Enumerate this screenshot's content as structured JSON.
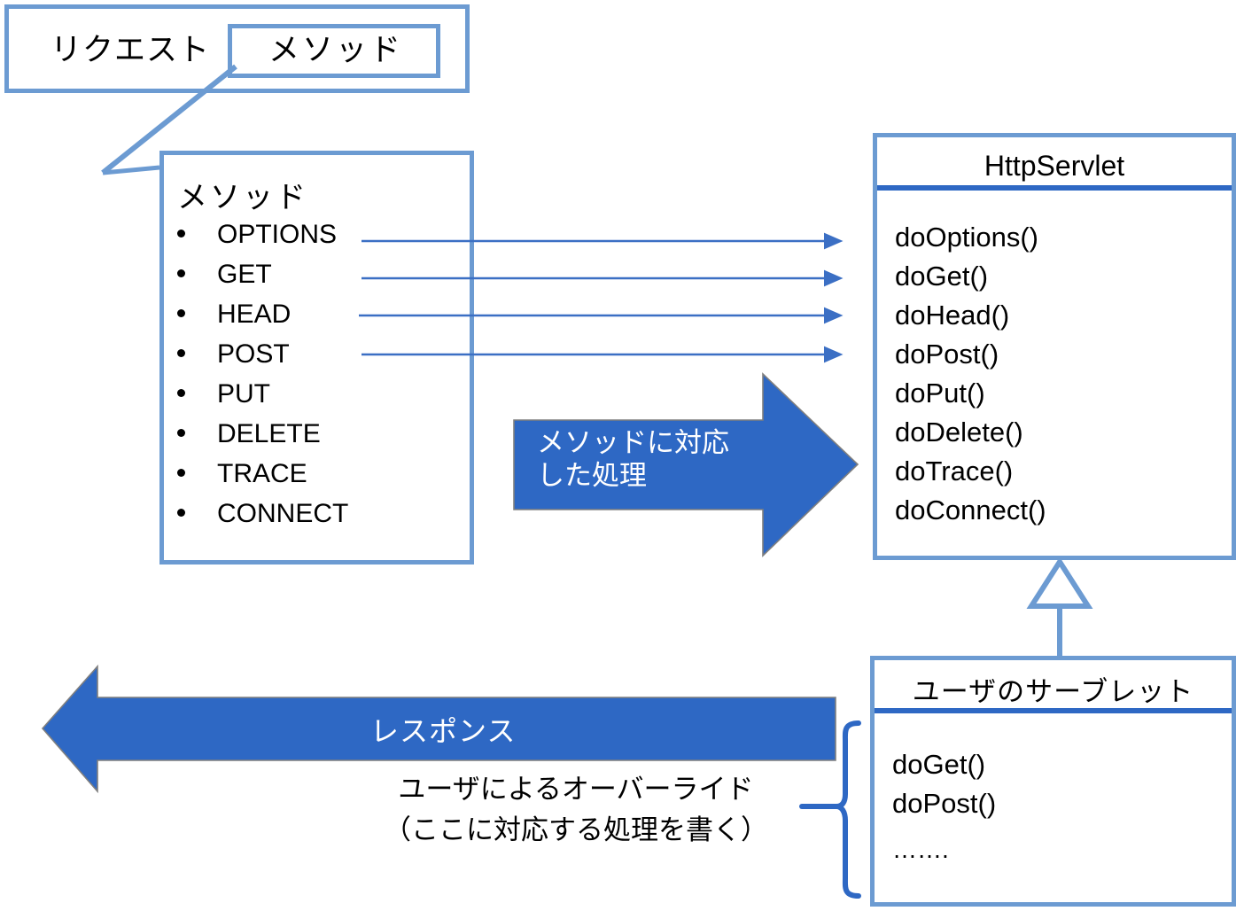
{
  "diagram": {
    "title": "HTTP methods to HttpServlet do* methods mapping",
    "colors": {
      "box_border": "#6C9BD2",
      "divider": "#2E68C4",
      "arrow_fill": "#2E68C4",
      "thin_arrow": "#3B6FC4",
      "brace": "#2E68C4",
      "arrow_text": "#FFFFFF",
      "text": "#000000",
      "background": "#FFFFFF"
    }
  },
  "request_box": {
    "request_label": "リクエスト",
    "method_label": "メソッド"
  },
  "method_list_box": {
    "title": "メソッド",
    "items": [
      {
        "label": "OPTIONS",
        "mapped": true
      },
      {
        "label": "GET",
        "mapped": true
      },
      {
        "label": "HEAD",
        "mapped": true
      },
      {
        "label": "POST",
        "mapped": true
      },
      {
        "label": "PUT",
        "mapped": false
      },
      {
        "label": "DELETE",
        "mapped": false
      },
      {
        "label": "TRACE",
        "mapped": false
      },
      {
        "label": "CONNECT",
        "mapped": false
      }
    ]
  },
  "http_servlet_box": {
    "title": "HttpServlet",
    "methods": [
      "doOptions()",
      "doGet()",
      "doHead()",
      "doPost()",
      "doPut()",
      "doDelete()",
      "doTrace()",
      "doConnect()"
    ]
  },
  "user_servlet_box": {
    "title": "ユーザのサーブレット",
    "methods": [
      "doGet()",
      "doPost()",
      "……."
    ]
  },
  "process_arrow": {
    "line1": "メソッドに対応",
    "line2": "した処理"
  },
  "response_arrow": {
    "label": "レスポンス"
  },
  "override_note": {
    "line1": "ユーザによるオーバーライド",
    "line2": "（ここに対応する処理を書く）"
  }
}
